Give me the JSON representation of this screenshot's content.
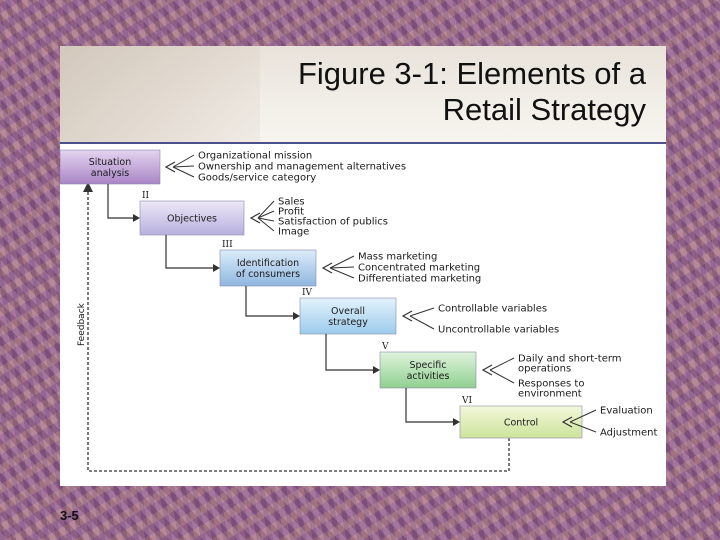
{
  "title": "Figure 3-1: Elements of a\nRetail Strategy",
  "slide_number": "3-5",
  "feedback_label": "Feedback",
  "colors": {
    "title_rule": "#4b4f8c",
    "stage_purple": "#b79bd0",
    "stage_lavender": "#c8c2e6",
    "stage_blue": "#a6c6e8",
    "stage_lightblue": "#b4d8f0",
    "stage_green": "#a9dca9",
    "stage_yellowgreen": "#dbeaa8"
  },
  "stages": [
    {
      "numeral": "",
      "lines": [
        "Situation",
        "analysis"
      ],
      "items": [
        "Organizational mission",
        "Ownership and management alternatives",
        "Goods/service category"
      ]
    },
    {
      "numeral": "II",
      "lines": [
        "Objectives"
      ],
      "items": [
        "Sales",
        "Profit",
        "Satisfaction of publics",
        "Image"
      ]
    },
    {
      "numeral": "III",
      "lines": [
        "Identification",
        "of consumers"
      ],
      "items": [
        "Mass marketing",
        "Concentrated marketing",
        "Differentiated marketing"
      ]
    },
    {
      "numeral": "IV",
      "lines": [
        "Overall",
        "strategy"
      ],
      "items": [
        "Controllable variables",
        "Uncontrollable variables"
      ]
    },
    {
      "numeral": "V",
      "lines": [
        "Specific",
        "activities"
      ],
      "items": [
        "Daily and short-term operations",
        "Responses to environment"
      ]
    },
    {
      "numeral": "VI",
      "lines": [
        "Control"
      ],
      "items": [
        "Evaluation",
        "Adjustment"
      ]
    }
  ]
}
